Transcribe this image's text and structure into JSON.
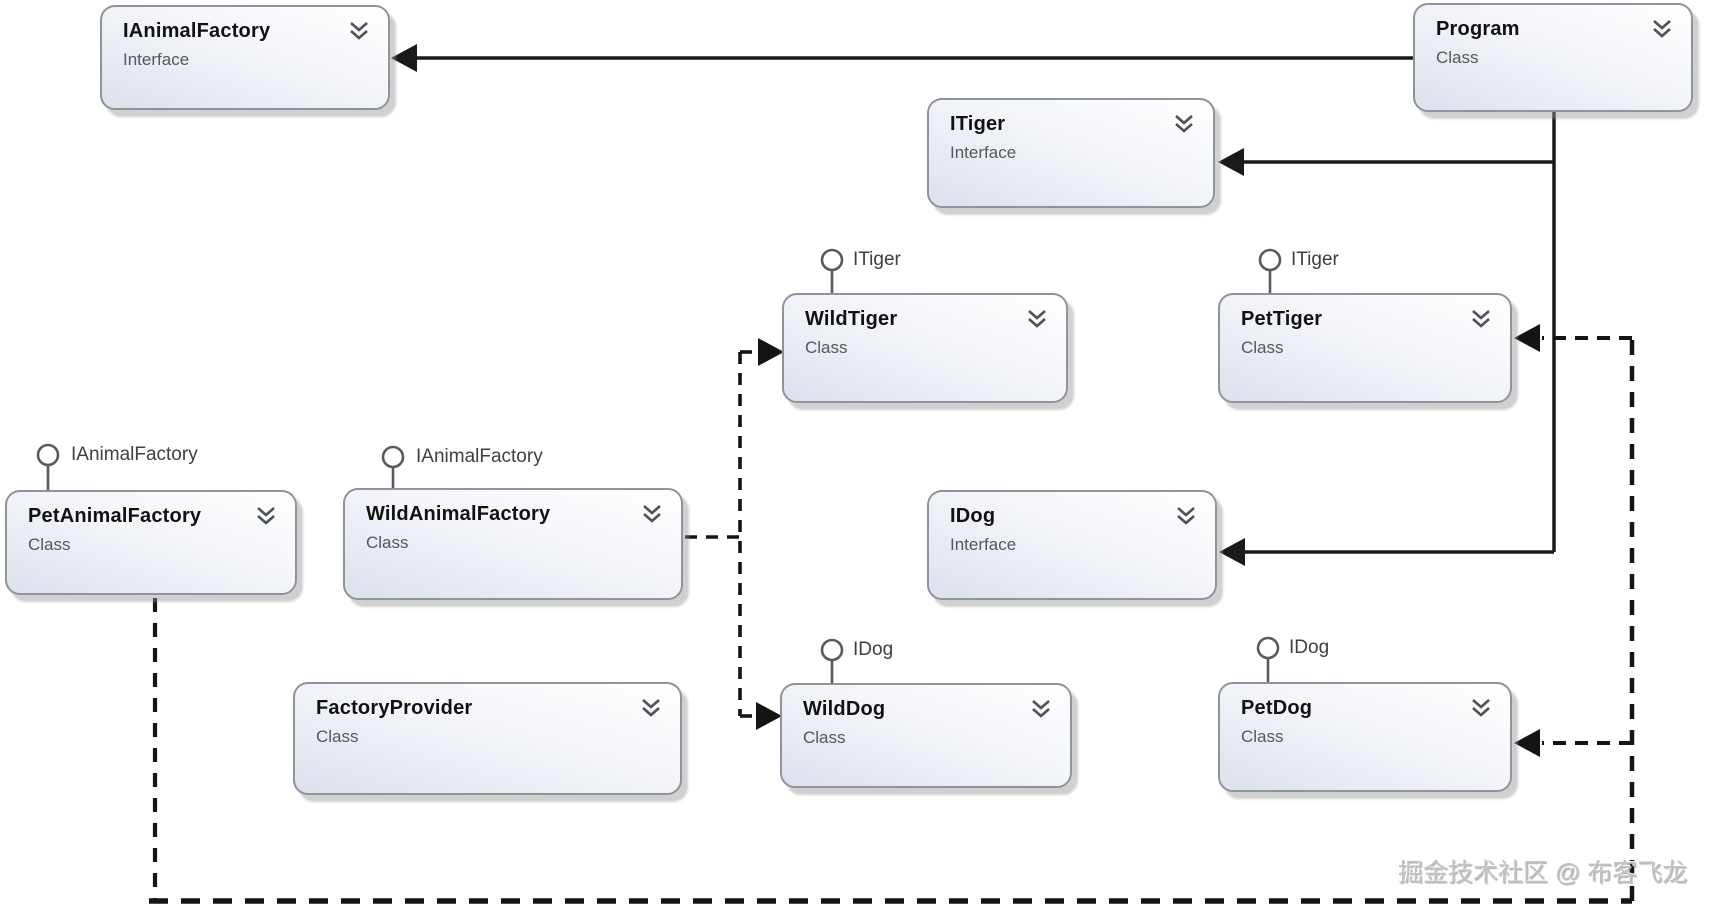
{
  "diagram_kind": "uml-class-diagram",
  "nodes": [
    {
      "name": "IAnimalFactory",
      "kind": "Interface"
    },
    {
      "name": "Program",
      "kind": "Class"
    },
    {
      "name": "ITiger",
      "kind": "Interface"
    },
    {
      "name": "WildTiger",
      "kind": "Class",
      "lollipop": "ITiger"
    },
    {
      "name": "PetTiger",
      "kind": "Class",
      "lollipop": "ITiger"
    },
    {
      "name": "PetAnimalFactory",
      "kind": "Class",
      "lollipop": "IAnimalFactory"
    },
    {
      "name": "WildAnimalFactory",
      "kind": "Class",
      "lollipop": "IAnimalFactory"
    },
    {
      "name": "IDog",
      "kind": "Interface"
    },
    {
      "name": "FactoryProvider",
      "kind": "Class"
    },
    {
      "name": "WildDog",
      "kind": "Class",
      "lollipop": "IDog"
    },
    {
      "name": "PetDog",
      "kind": "Class",
      "lollipop": "IDog"
    }
  ],
  "edges": [
    {
      "from": "Program",
      "to": "IAnimalFactory",
      "type": "association",
      "style": "solid"
    },
    {
      "from": "Program",
      "to": "ITiger",
      "type": "association",
      "style": "solid"
    },
    {
      "from": "Program",
      "to": "IDog",
      "type": "association",
      "style": "solid"
    },
    {
      "from": "WildAnimalFactory",
      "to": "WildTiger",
      "type": "dependency",
      "style": "dashed"
    },
    {
      "from": "WildAnimalFactory",
      "to": "WildDog",
      "type": "dependency",
      "style": "dashed"
    },
    {
      "from": "PetAnimalFactory",
      "to": "PetTiger",
      "type": "dependency",
      "style": "dashed"
    },
    {
      "from": "PetAnimalFactory",
      "to": "PetDog",
      "type": "dependency",
      "style": "dashed"
    }
  ],
  "watermark": "掘金技术社区 @ 布客飞龙",
  "colors": {
    "node_border": "#8f939c",
    "node_fill_light": "#ffffff",
    "node_fill_dark": "#dde1ec",
    "connector": "#1a1a1a",
    "lollipop_stroke": "#5a5a5a",
    "watermark_text": "#c2c2c2"
  }
}
